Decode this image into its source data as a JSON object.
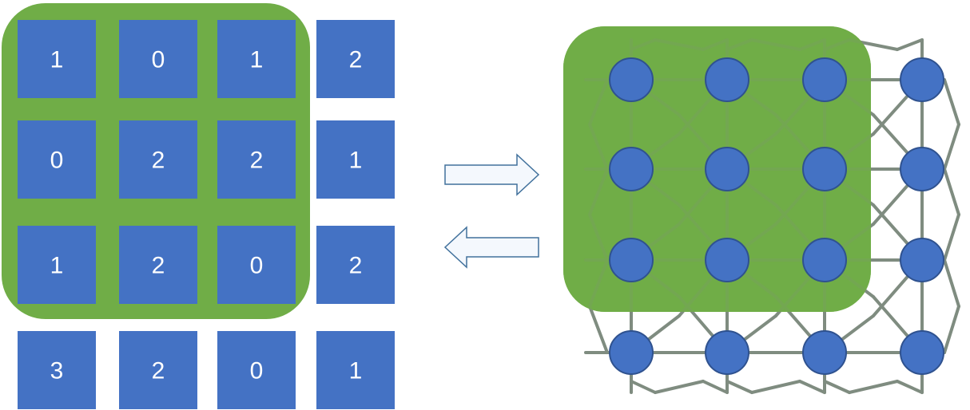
{
  "colors": {
    "highlight": "#70ad47",
    "cell_fill": "#4472c4",
    "cell_text": "#ffffff",
    "node_fill": "#4472c4",
    "node_stroke": "#2f528f",
    "edge": "#7f8c80",
    "arrow_fill": "#f4f8fd",
    "arrow_stroke": "#41719c"
  },
  "grid": {
    "rows": [
      [
        "1",
        "0",
        "1",
        "2"
      ],
      [
        "0",
        "2",
        "2",
        "1"
      ],
      [
        "1",
        "2",
        "0",
        "2"
      ],
      [
        "3",
        "2",
        "0",
        "1"
      ]
    ],
    "highlight_rows": 3,
    "highlight_cols": 3
  },
  "graph": {
    "rows": 4,
    "cols": 4,
    "highlight_rows": 3,
    "highlight_cols": 3
  },
  "arrows": [
    {
      "direction": "right",
      "icon": "arrow-right-icon"
    },
    {
      "direction": "left",
      "icon": "arrow-left-icon"
    }
  ]
}
